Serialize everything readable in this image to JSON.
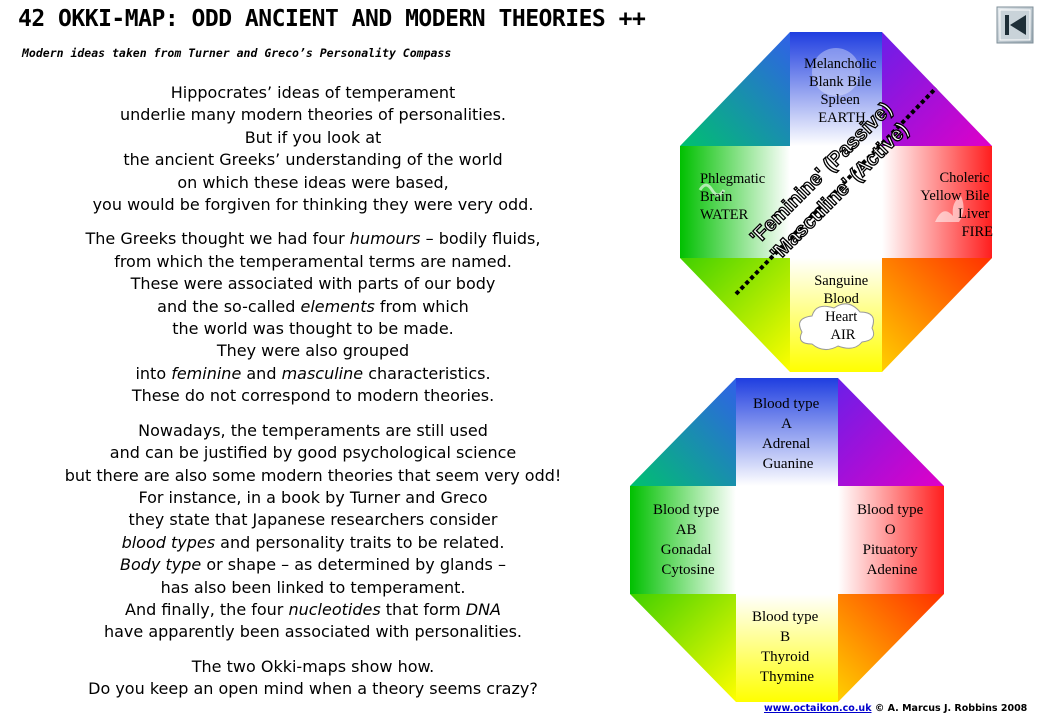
{
  "header": {
    "title": "42 OKKI-MAP: ODD ANCIENT AND MODERN THEORIES ++",
    "subtitle": "Modern ideas taken from Turner and Greco’s Personality Compass"
  },
  "body": {
    "p1": [
      "Hippocrates’ ideas of temperament",
      "underlie many modern theories of personalities.",
      "But if you look at",
      "the ancient Greeks’ understanding of the world",
      "on which these ideas were based,",
      "you would be forgiven for thinking they were very odd."
    ],
    "p2": {
      "l1_a": "The Greeks thought we had four ",
      "l1_em": "humours",
      "l1_b": " – bodily fluids,",
      "l2": "from which the temperamental terms are named.",
      "l3": "These were associated with parts of our body",
      "l4_a": "and the so-called ",
      "l4_em": "elements",
      "l4_b": " from which",
      "l5": "the world was thought to be made.",
      "l6": "They were also grouped",
      "l7_a": "into ",
      "l7_em1": "feminine",
      "l7_b": " and ",
      "l7_em2": "masculine",
      "l7_c": " characteristics.",
      "l8": "These do not correspond to modern theories."
    },
    "p3": {
      "l1": "Nowadays, the temperaments are still used",
      "l2": "and can be justified by good psychological science",
      "l3": "but there are also some modern theories that seem very odd!",
      "l4": "For instance, in a book by Turner and Greco",
      "l5": "they state that Japanese researchers consider",
      "l6_em": "blood types",
      "l6_b": " and personality traits to be related.",
      "l7_em": "Body type",
      "l7_b": " or shape – as determined by glands –",
      "l8": "has also been linked to temperament.",
      "l9_a": "And finally, the four ",
      "l9_em": "nucleotides",
      "l9_b": " that form ",
      "l9_em2": "DNA",
      "l10": "have apparently been associated with personalities."
    },
    "p4": [
      "The two Okki-maps show how.",
      "Do you keep an open mind when a theory seems crazy?"
    ]
  },
  "map1": {
    "top": [
      "Melancholic",
      "Blank Bile",
      "Spleen",
      "EARTH"
    ],
    "left": [
      "Phlegmatic",
      "Brain",
      "WATER"
    ],
    "right": [
      "Choleric",
      "Yellow Bile",
      "Liver",
      "FIRE"
    ],
    "bottom": [
      "Sanguine",
      "Blood",
      "Heart",
      "AIR"
    ],
    "diag1": "'Feminine' (Passive)",
    "diag2": "'Masculine' (Active)"
  },
  "map2": {
    "top": [
      "Blood type",
      "A",
      "Adrenal",
      "Guanine"
    ],
    "left": [
      "Blood type",
      "AB",
      "Gonadal",
      "Cytosine"
    ],
    "right": [
      "Blood type",
      "O",
      "Pituatory",
      "Adenine"
    ],
    "bottom": [
      "Blood type",
      "B",
      "Thyroid",
      "Thymine"
    ]
  },
  "colors": {
    "yellow": "#ffff00",
    "green": "#00c400",
    "blue": "#2a3fd6",
    "red": "#ff2a2a",
    "purple": "#a000e6",
    "teal": "#00b4a0",
    "orange": "#ff9a00",
    "lime": "#c8f000"
  },
  "footer": {
    "link": "www.octaikon.co.uk",
    "copyright": " © A. Marcus J. Robbins 2008"
  },
  "nav": {
    "back_icon": "skip-back-icon"
  }
}
